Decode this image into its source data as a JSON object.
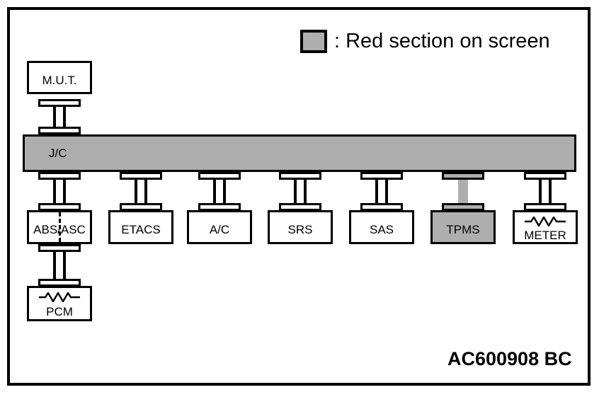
{
  "diagram": {
    "legend": {
      "swatch_color": "#aeaeae",
      "text": ": Red section on screen"
    },
    "bus": {
      "label": "J/C",
      "highlight": true
    },
    "top_node": {
      "label": "M.U.T."
    },
    "nodes": [
      {
        "label": "ABS/ASC",
        "highlight": false,
        "divider": true,
        "resistor": false
      },
      {
        "label": "ETACS",
        "highlight": false,
        "divider": false,
        "resistor": false
      },
      {
        "label": "A/C",
        "highlight": false,
        "divider": false,
        "resistor": false
      },
      {
        "label": "SRS",
        "highlight": false,
        "divider": false,
        "resistor": false
      },
      {
        "label": "SAS",
        "highlight": false,
        "divider": false,
        "resistor": false
      },
      {
        "label": "TPMS",
        "highlight": true,
        "divider": false,
        "resistor": false
      },
      {
        "label": "METER",
        "highlight": false,
        "divider": false,
        "resistor": true
      }
    ],
    "bottom_node": {
      "label": "PCM",
      "resistor": true
    },
    "code": "AC600908 BC",
    "colors": {
      "highlight": "#aeaeae",
      "line": "#000000",
      "background": "#ffffff"
    }
  }
}
